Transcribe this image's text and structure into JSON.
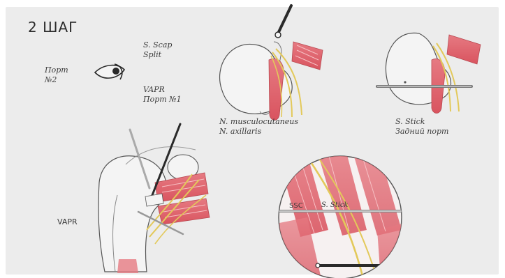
{
  "step_title": "2 ШАГ",
  "labels": {
    "port2_line1": "Порт",
    "port2_line2": "№2",
    "scap_line1": "S. Scap",
    "scap_line2": "Split",
    "vapr_port_line1": "VAPR",
    "vapr_port_line2": "Порт №1",
    "nerves_line1": "N. musculocutaneus",
    "nerves_line2": "N. axillaris",
    "stick_line1": "S. Stick",
    "stick_line2": "Задний порт",
    "vapr_bottom": "VAPR",
    "ssc": "SSC",
    "s_stick_zoom": "S. Stick"
  },
  "colors": {
    "panel_bg": "#ececec",
    "bone_fill": "#f4f4f4",
    "outline": "#555555",
    "muscle": "#e26b73",
    "nerve": "#e3c95a",
    "instrument": "#2a2a2a"
  },
  "icons": [
    "eye-icon"
  ]
}
